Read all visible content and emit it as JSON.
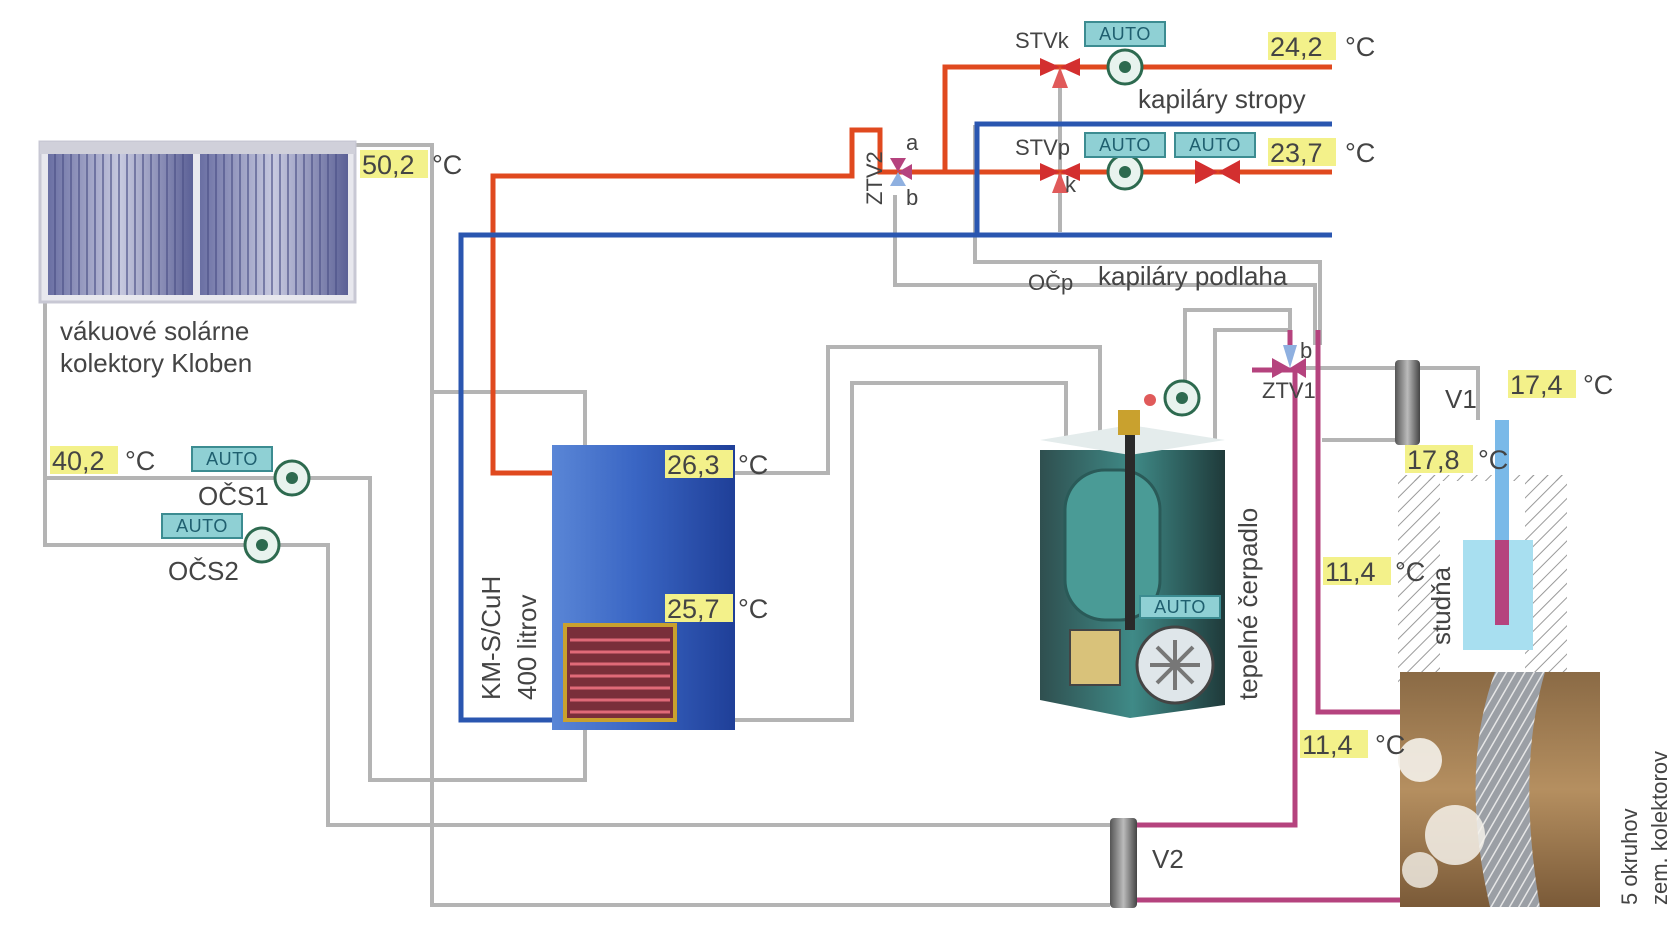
{
  "labels": {
    "collector_line1": "vákuové solárne",
    "collector_line2": "kolektory Kloben",
    "tank_line1": "KM-S/CuH",
    "tank_line2": "400 litrov",
    "heat_pump": "tepelné čerpadlo",
    "well": "studňa",
    "ground_line1": "5 okruhov",
    "ground_line2": "zem. kolektorov",
    "kap_stropy": "kapiláry stropy",
    "kap_podlaha": "kapiláry podlaha",
    "ocp": "OČp",
    "ocs1": "OČS1",
    "ocs2": "OČS2",
    "stvk": "STVk",
    "stvp": "STVp",
    "ztv2": "ZTV2",
    "ztv1": "ZTV1",
    "v1": "V1",
    "v2": "V2",
    "port_a": "a",
    "port_b": "b",
    "port_k": "k"
  },
  "auto_label": "AUTO",
  "temperatures": {
    "collector": "50,2",
    "solar_return": "40,2",
    "tank_top": "26,3",
    "tank_bottom": "25,7",
    "ceiling": "24,2",
    "floor": "23,7",
    "v1": "17,4",
    "well_top": "17,8",
    "well": "11,4",
    "ground": "11,4"
  },
  "unit": "°C",
  "colors": {
    "hot": "#e0491f",
    "cold": "#2a56b0",
    "neutral": "#b4b4b4",
    "ground": "#b5437e",
    "highlight": "#f3f18a",
    "auto_bg": "#8fd0d4"
  }
}
